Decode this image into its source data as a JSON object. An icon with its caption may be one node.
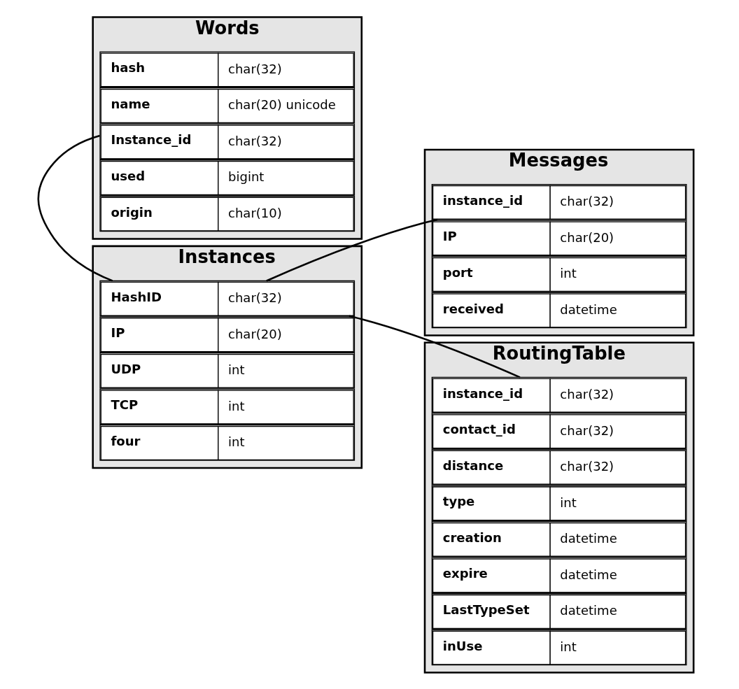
{
  "diagram": {
    "nodes": [
      {
        "text": [
          "Instances"
        ]
      },
      {
        "text": [
          "HashID",
          "char(32)"
        ],
        "in": 0
      },
      {
        "text": [
          "IP",
          "char(20)"
        ],
        "in": 0
      },
      {
        "text": [
          "UDP",
          "int"
        ],
        "in": 0
      },
      {
        "text": [
          "TCP",
          "int"
        ],
        "in": 0
      },
      {
        "text": [
          "four",
          "int"
        ],
        "in": 0
      },
      {
        "text": [
          "Words"
        ]
      },
      {
        "text": [
          "hash",
          "char(32)"
        ],
        "in": 6
      },
      {
        "text": [
          "name",
          "char(20) unicode"
        ],
        "in": 6
      },
      {
        "text": [
          "Instance_id",
          "char(32)"
        ],
        "in": 6
      },
      {
        "text": [
          "used",
          "bigint"
        ],
        "in": 6
      },
      {
        "text": [
          "origin",
          "char(10)"
        ],
        "in": 6
      },
      {
        "text": [
          "Messages"
        ]
      },
      {
        "text": [
          "instance_id",
          "char(32)"
        ],
        "in": 12
      },
      {
        "text": [
          "IP",
          "char(20)"
        ],
        "in": 12
      },
      {
        "text": [
          "port",
          "int"
        ],
        "in": 12
      },
      {
        "text": [
          "received",
          "datetime"
        ],
        "in": 12
      },
      {
        "text": [
          "RoutingTable"
        ]
      },
      {
        "text": [
          "instance_id",
          "char(32)"
        ],
        "in": 17
      },
      {
        "text": [
          "contact_id",
          "char(32)"
        ],
        "in": 17
      },
      {
        "text": [
          "distance",
          "char(32)"
        ],
        "in": 17
      },
      {
        "text": [
          "type",
          "int"
        ],
        "in": 17
      },
      {
        "text": [
          "creation",
          "datetime"
        ],
        "in": 17
      },
      {
        "text": [
          "expire",
          "datetime"
        ],
        "in": 17
      },
      {
        "text": [
          "LastTypeSet",
          "datetime"
        ],
        "in": 17
      },
      {
        "text": [
          "inUse",
          "int"
        ],
        "in": 17
      }
    ],
    "edges": [
      {
        "from": 1,
        "to": 13,
        "arrow": "none"
      },
      {
        "from": 1,
        "to": 18,
        "arrow": "none"
      },
      {
        "from": 1,
        "to": 9,
        "arrow": "none"
      }
    ]
  }
}
